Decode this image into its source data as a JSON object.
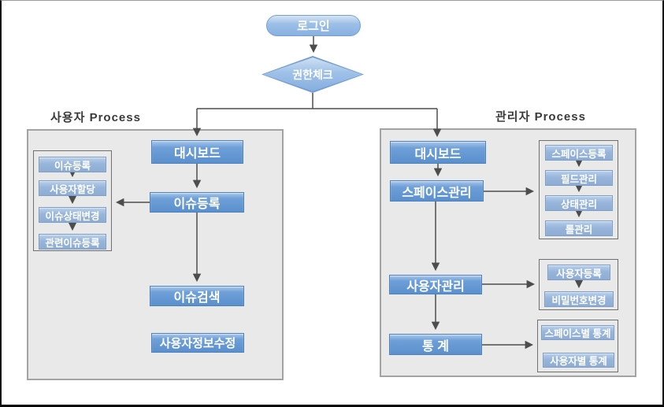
{
  "flow": {
    "start_label": "로그인",
    "decision_label": "권한체크"
  },
  "user_process": {
    "title": "사용자 Process",
    "steps": [
      "대시보드",
      "이슈등록",
      "이슈검색",
      "사용자정보수정"
    ],
    "issue_detail_steps": [
      "이슈등록",
      "사용자할당",
      "이슈상태변경",
      "관련이슈등록"
    ]
  },
  "admin_process": {
    "title": "관리자 Process",
    "steps": [
      "대시보드",
      "스페이스관리",
      "사용자관리",
      "통 계"
    ],
    "space_detail_steps": [
      "스페이스등록",
      "필드관리",
      "상태관리",
      "롤관리"
    ],
    "user_detail_steps": [
      "사용자등록",
      "비밀번호변경"
    ],
    "stats_detail_steps": [
      "스페이스별 통계",
      "사용자별 통계"
    ]
  },
  "colors": {
    "main_box_blue": "#5b90cd",
    "sub_box_blue": "#95b3d7",
    "shape_blue_light": "#9ec1e8",
    "panel_gray": "#e9e9e9",
    "connector_gray": "#4d4d4d"
  }
}
